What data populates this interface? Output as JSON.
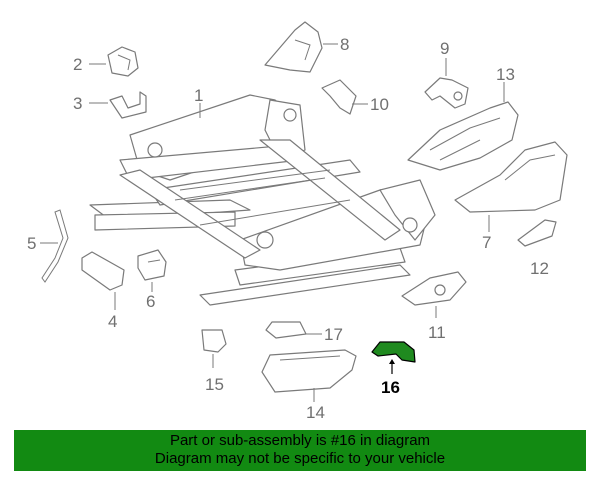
{
  "diagram": {
    "parts": [
      {
        "number": "1"
      },
      {
        "number": "2"
      },
      {
        "number": "3"
      },
      {
        "number": "4"
      },
      {
        "number": "5"
      },
      {
        "number": "6"
      },
      {
        "number": "7"
      },
      {
        "number": "8"
      },
      {
        "number": "9"
      },
      {
        "number": "10"
      },
      {
        "number": "11"
      },
      {
        "number": "12"
      },
      {
        "number": "13"
      },
      {
        "number": "14"
      },
      {
        "number": "15"
      },
      {
        "number": "16"
      },
      {
        "number": "17"
      }
    ],
    "highlighted_part": "16",
    "colors": {
      "highlight_fill": "#1f8a1f",
      "line": "#7a7a7a",
      "banner": "#128a12"
    }
  },
  "banner": {
    "line1": "Part or sub-assembly is #16 in diagram",
    "line2": "Diagram may not be specific to your vehicle"
  }
}
